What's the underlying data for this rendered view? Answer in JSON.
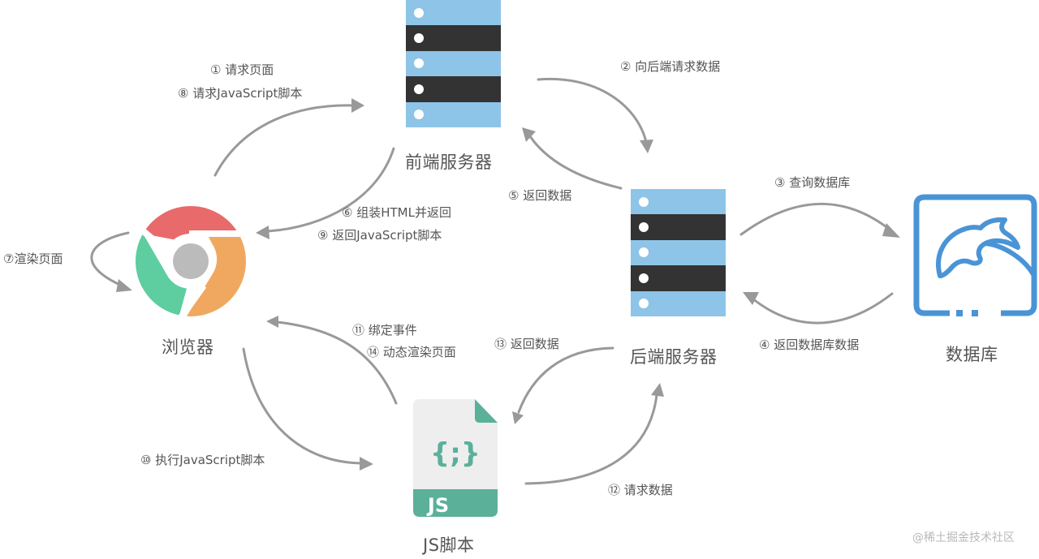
{
  "diagram": {
    "type": "flow",
    "nodes": {
      "frontend_server": {
        "label": "前端服务器",
        "icon": "server-stack-icon"
      },
      "backend_server": {
        "label": "后端服务器",
        "icon": "server-stack-icon"
      },
      "browser": {
        "label": "浏览器",
        "icon": "chrome-browser-icon"
      },
      "database": {
        "label": "数据库",
        "icon": "mysql-dolphin-icon"
      },
      "js_script": {
        "label": "JS脚本",
        "icon": "js-file-icon",
        "badge": "JS",
        "glyph": "{;}"
      }
    },
    "edges": [
      {
        "id": "e1",
        "from": "browser",
        "to": "frontend_server",
        "labels": [
          "① 请求页面",
          "⑧ 请求JavaScript脚本"
        ]
      },
      {
        "id": "e2",
        "from": "frontend_server",
        "to": "backend_server",
        "labels": [
          "② 向后端请求数据"
        ]
      },
      {
        "id": "e3",
        "from": "backend_server",
        "to": "database",
        "labels": [
          "③ 查询数据库"
        ]
      },
      {
        "id": "e4",
        "from": "database",
        "to": "backend_server",
        "labels": [
          "④ 返回数据库数据"
        ]
      },
      {
        "id": "e5",
        "from": "backend_server",
        "to": "frontend_server",
        "labels": [
          "⑤ 返回数据"
        ]
      },
      {
        "id": "e6",
        "from": "frontend_server",
        "to": "browser",
        "labels": [
          "⑥ 组装HTML并返回",
          "⑨ 返回JavaScript脚本"
        ]
      },
      {
        "id": "e7",
        "from": "browser",
        "to": "browser",
        "labels": [
          "⑦渲染页面"
        ]
      },
      {
        "id": "e10",
        "from": "browser",
        "to": "js_script",
        "labels": [
          "⑩ 执行JavaScript脚本"
        ]
      },
      {
        "id": "e11",
        "from": "js_script",
        "to": "browser",
        "labels": [
          "⑪ 绑定事件",
          "⑭ 动态渲染页面"
        ]
      },
      {
        "id": "e12",
        "from": "js_script",
        "to": "backend_server",
        "labels": [
          "⑫ 请求数据"
        ]
      },
      {
        "id": "e13",
        "from": "backend_server",
        "to": "js_script",
        "labels": [
          "⑬ 返回数据"
        ]
      }
    ]
  },
  "labels": {
    "e1a": "① 请求页面",
    "e1b": "⑧ 请求JavaScript脚本",
    "e2": "② 向后端请求数据",
    "e3": "③ 查询数据库",
    "e4": "④ 返回数据库数据",
    "e5": "⑤ 返回数据",
    "e6a": "⑥ 组装HTML并返回",
    "e6b": "⑨ 返回JavaScript脚本",
    "e7": "⑦渲染页面",
    "e10": "⑩ 执行JavaScript脚本",
    "e11a": "⑪ 绑定事件",
    "e11b": "⑭ 动态渲染页面",
    "e12": "⑫ 请求数据",
    "e13": "⑬ 返回数据"
  },
  "colors": {
    "server_light": "#8ec4e8",
    "server_dark": "#333333",
    "arrow": "#999999",
    "chrome_red": "#e86a6a",
    "chrome_green": "#5ecda0",
    "chrome_orange": "#f0a860",
    "chrome_center": "#bbbbbb",
    "db_blue": "#4a94d6",
    "js_teal": "#5bb09a",
    "js_paper": "#eeeeee",
    "text": "#555555",
    "watermark": "#b8b8b8"
  },
  "watermark": "@稀土掘金技术社区"
}
